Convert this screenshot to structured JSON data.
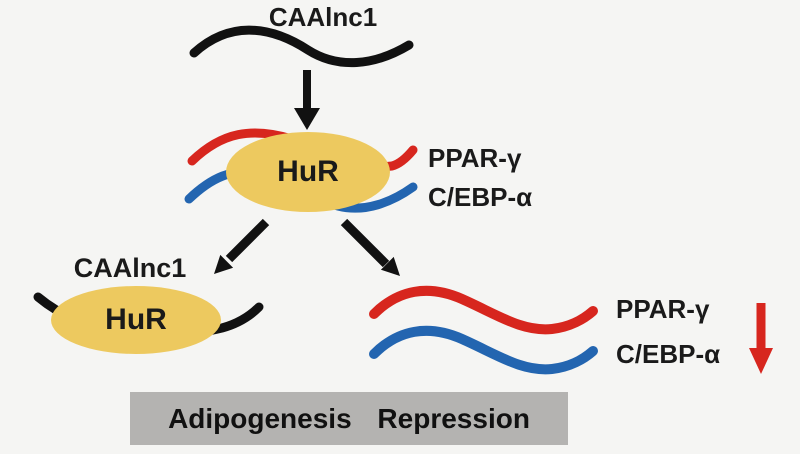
{
  "colors": {
    "red": "#d7261e",
    "blue": "#2365b0",
    "yellow": "#edc95f",
    "black": "#111111",
    "banner_gray": "#b4b3b1",
    "background": "#f5f5f3"
  },
  "diagram": {
    "top": {
      "lnc_label": "CAAlnc1"
    },
    "middle": {
      "protein_label": "HuR",
      "ppar_label": "PPAR-γ",
      "cebp_label": "C/EBP-α"
    },
    "left_complex": {
      "lnc_label": "CAAlnc1",
      "protein_label": "HuR"
    },
    "right_branch": {
      "ppar_label": "PPAR-γ",
      "cebp_label": "C/EBP-α"
    },
    "banner": {
      "text": "Adipogenesis Repression"
    }
  }
}
